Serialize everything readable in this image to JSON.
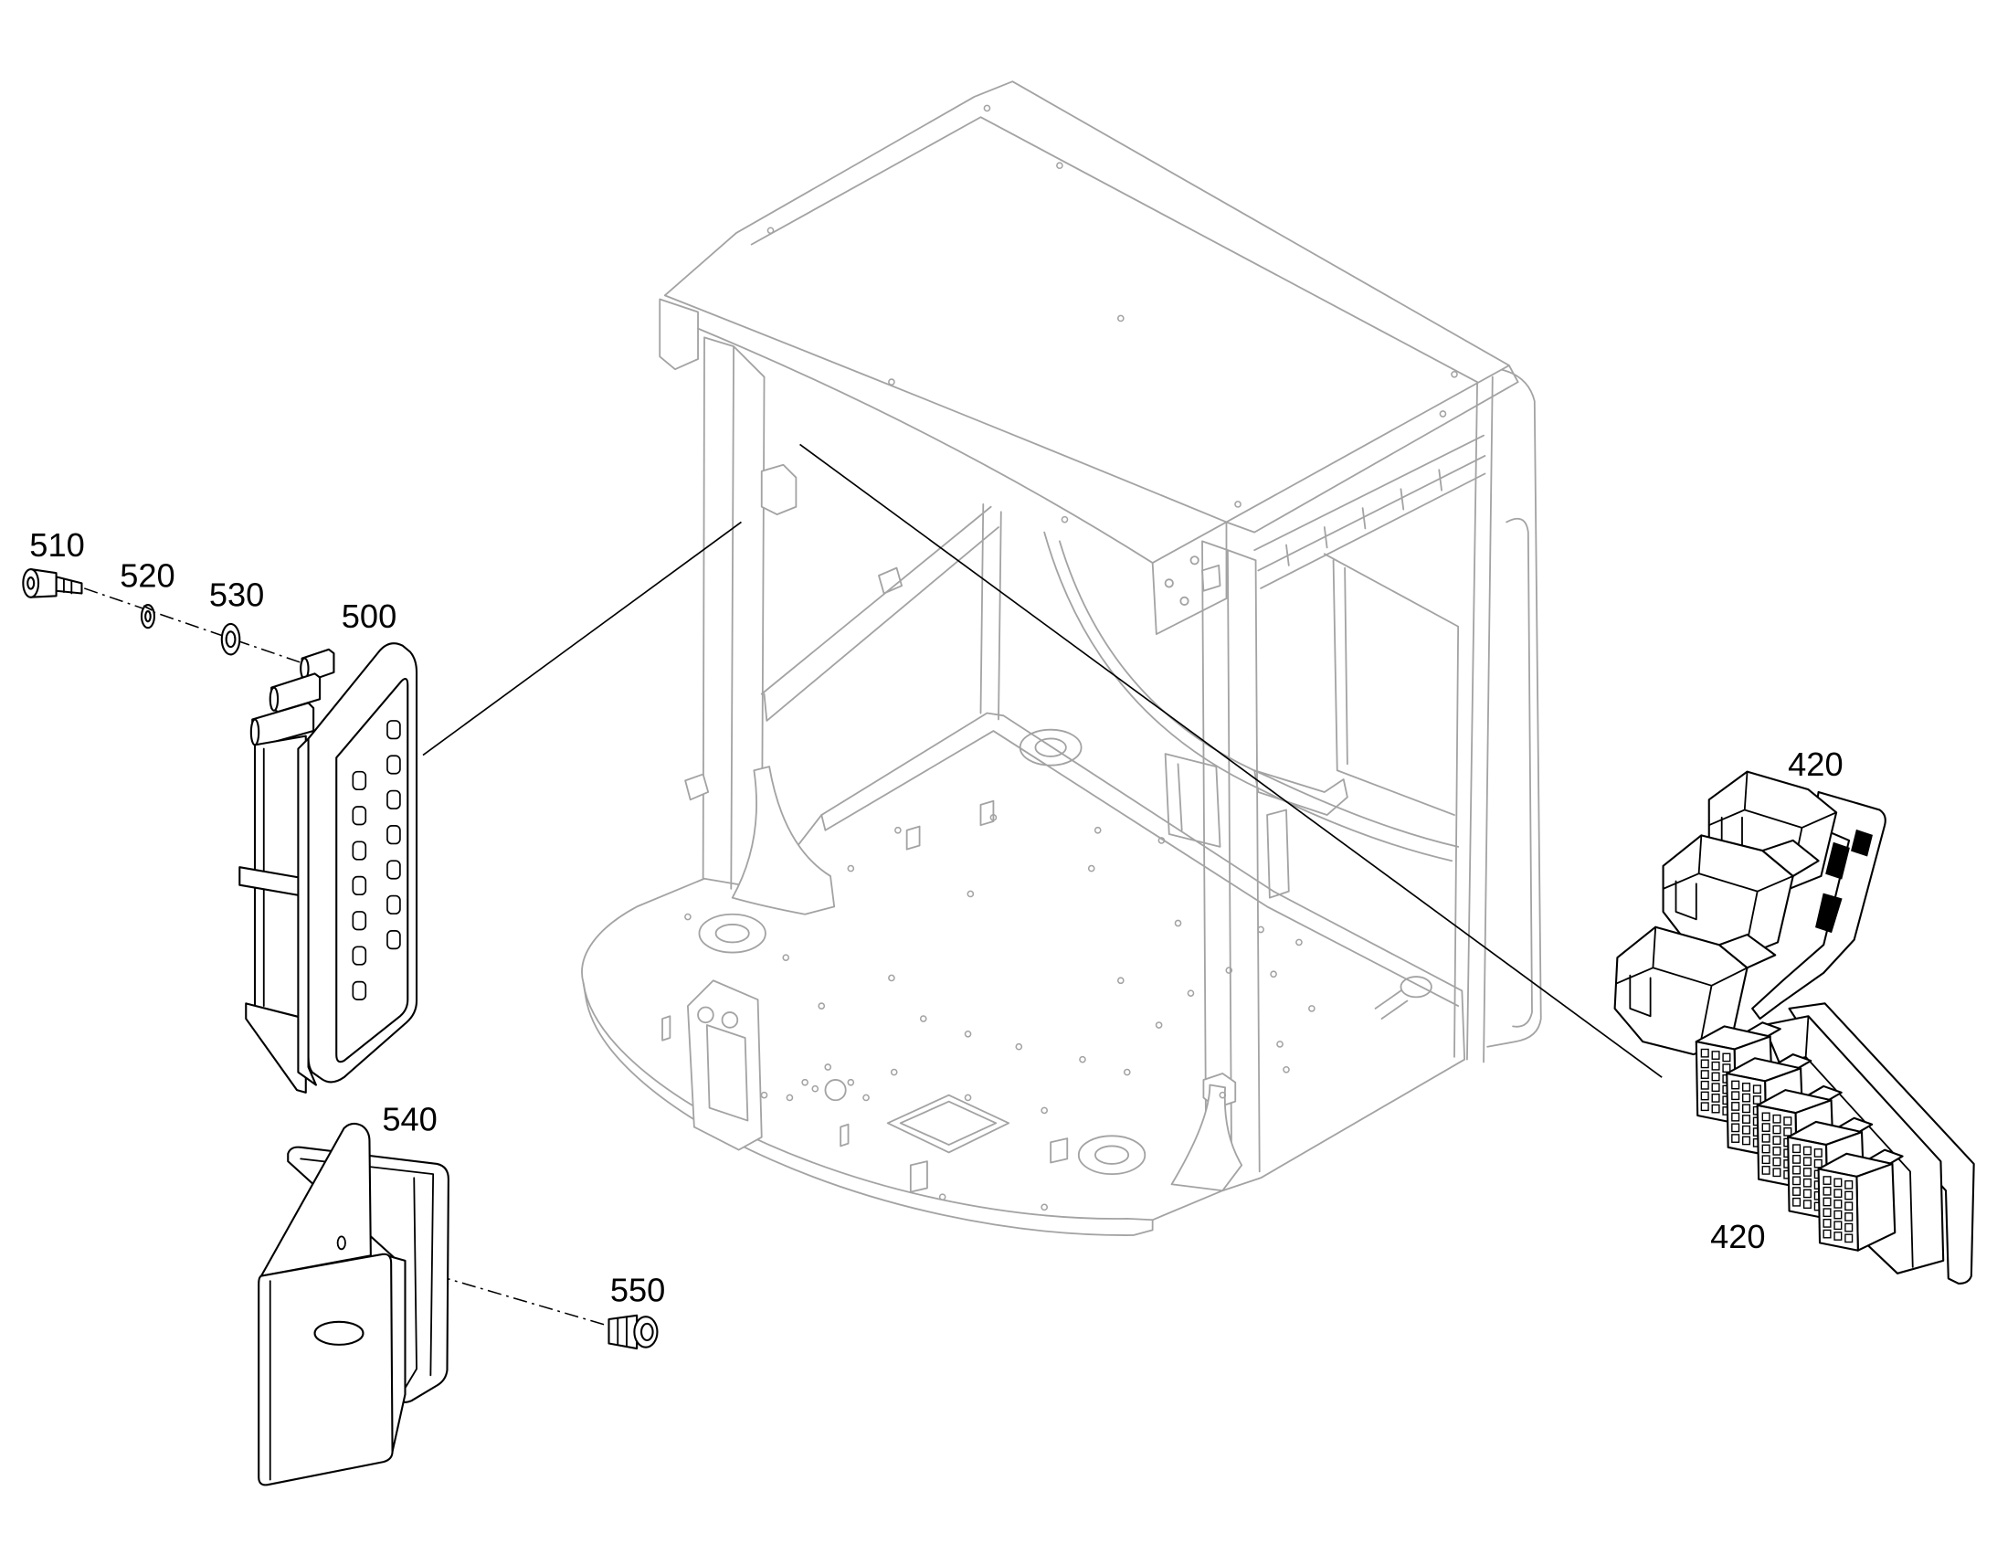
{
  "colors": {
    "part_lines": "#000000",
    "frame_lines": "#a3a3a3",
    "background": "#ffffff"
  },
  "callouts": [
    {
      "label": "510"
    },
    {
      "label": "520"
    },
    {
      "label": "530"
    },
    {
      "label": "500"
    },
    {
      "label": "540"
    },
    {
      "label": "550"
    },
    {
      "label": "420"
    },
    {
      "label": "420"
    }
  ]
}
